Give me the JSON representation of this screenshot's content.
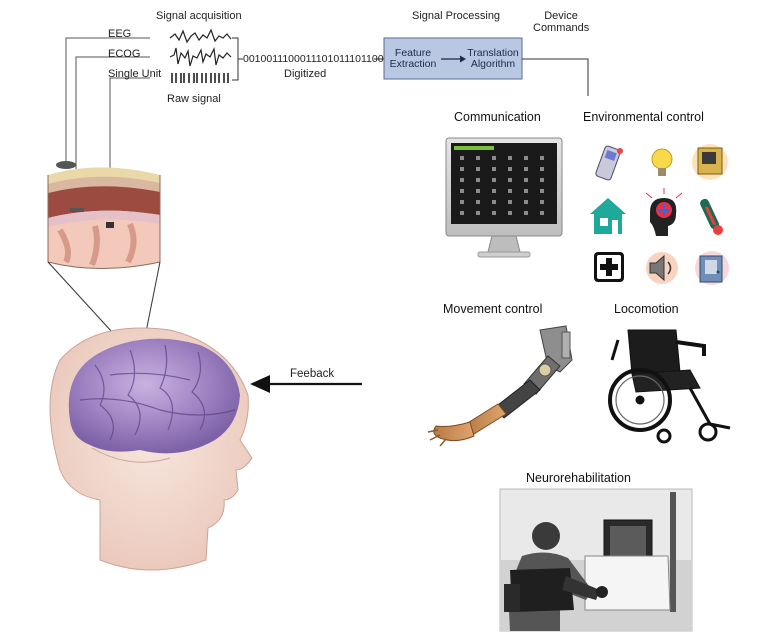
{
  "header": {
    "signal_acquisition": "Signal acquisition",
    "signal_processing": "Signal Processing",
    "device_commands_line1": "Device",
    "device_commands_line2": "Commands"
  },
  "signals": {
    "eeg": "EEG",
    "ecog": "ECOG",
    "single_unit": "Single Unit",
    "raw_signal": "Raw signal",
    "binary": "0010011100011101011101100",
    "digitized": "Digitized"
  },
  "processing": {
    "feature_line1": "Feature",
    "feature_line2": "Extraction",
    "translation_line1": "Translation",
    "translation_line2": "Algorithm"
  },
  "outputs": {
    "communication": "Communication",
    "environmental_control": "Environmental control",
    "movement_control": "Movement control",
    "locomotion": "Locomotion",
    "neurorehabilitation": "Neurorehabilitation"
  },
  "feedback": "Feeback",
  "colors": {
    "processing_box": "#b9c7e3",
    "processing_border": "#5a6e96",
    "brain": "#a58ac6",
    "skin": "#f1d6cc",
    "screen": "#1a1a1a",
    "arrow": "#111111"
  },
  "icons": [
    "phone-icon",
    "lightbulb-icon",
    "tv-icon",
    "home-icon",
    "head-icon",
    "thermometer-icon",
    "medical-cross-icon",
    "speaker-icon",
    "door-icon"
  ]
}
